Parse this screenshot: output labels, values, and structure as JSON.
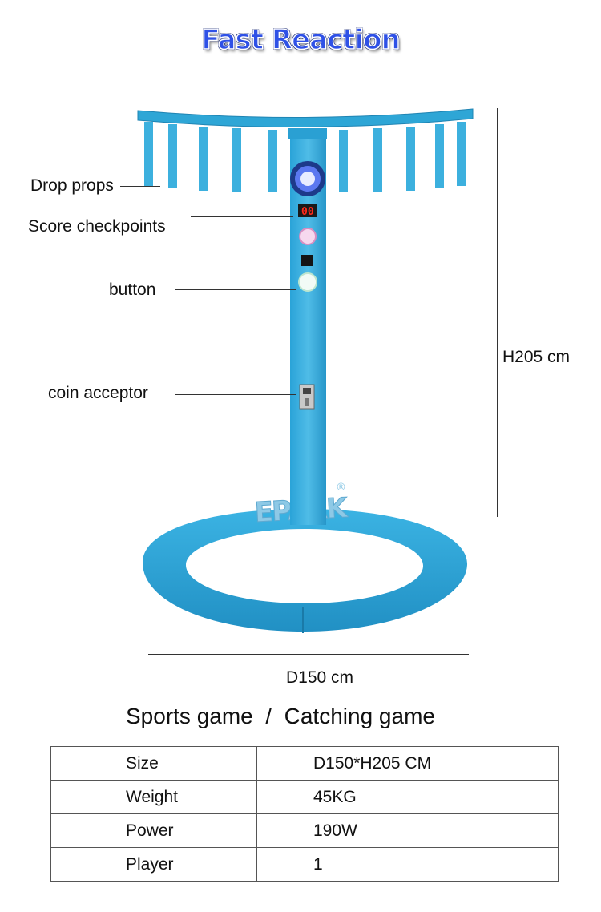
{
  "title": "Fast Reaction",
  "callouts": {
    "drop_props": "Drop props",
    "score_checkpoints": "Score checkpoints",
    "button": "button",
    "coin_acceptor": "coin acceptor"
  },
  "score_display": "00",
  "logo_text": "EPARK",
  "logo_mark": "®",
  "dimensions": {
    "height": "H205 cm",
    "diameter": "D150 cm"
  },
  "subtitle": "Sports game  /  Catching game",
  "specs": [
    {
      "label": "Size",
      "value": "D150*H205 CM"
    },
    {
      "label": "Weight",
      "value": "45KG"
    },
    {
      "label": "Power",
      "value": "190W"
    },
    {
      "label": "Player",
      "value": "1"
    }
  ],
  "colors": {
    "title": "#2f51e6",
    "machine_body": "#2ea6d6",
    "machine_shade": "#1f84b3",
    "led": "#ff2a1a"
  }
}
